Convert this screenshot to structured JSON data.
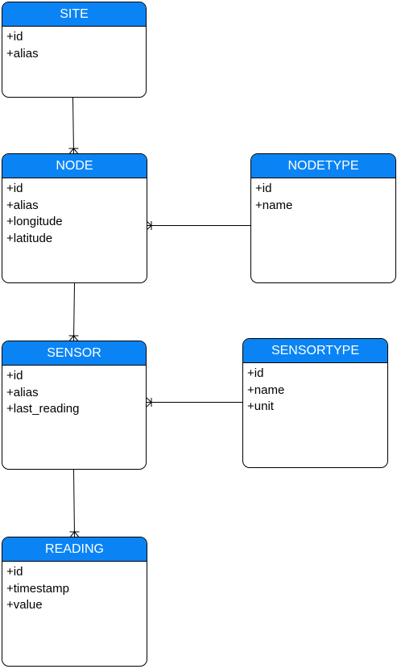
{
  "colors": {
    "header": "#0a84f5",
    "border": "#000000",
    "background": "#ffffff"
  },
  "entities": {
    "site": {
      "title": "SITE",
      "attributes": [
        "+id",
        "+alias"
      ]
    },
    "node": {
      "title": "NODE",
      "attributes": [
        "+id",
        "+alias",
        "+longitude",
        "+latitude"
      ]
    },
    "nodetype": {
      "title": "NODETYPE",
      "attributes": [
        "+id",
        "+name"
      ]
    },
    "sensor": {
      "title": "SENSOR",
      "attributes": [
        "+id",
        "+alias",
        "+last_reading"
      ]
    },
    "sensortype": {
      "title": "SENSORTYPE",
      "attributes": [
        "+id",
        "+name",
        "+unit"
      ]
    },
    "reading": {
      "title": "READING",
      "attributes": [
        "+id",
        "+timestamp",
        "+value"
      ]
    }
  },
  "relationships": [
    {
      "from": "site",
      "to": "node",
      "cardinality": "one-to-many"
    },
    {
      "from": "nodetype",
      "to": "node",
      "cardinality": "one-to-many"
    },
    {
      "from": "node",
      "to": "sensor",
      "cardinality": "one-to-many"
    },
    {
      "from": "sensortype",
      "to": "sensor",
      "cardinality": "one-to-many"
    },
    {
      "from": "sensor",
      "to": "reading",
      "cardinality": "one-to-many"
    }
  ]
}
